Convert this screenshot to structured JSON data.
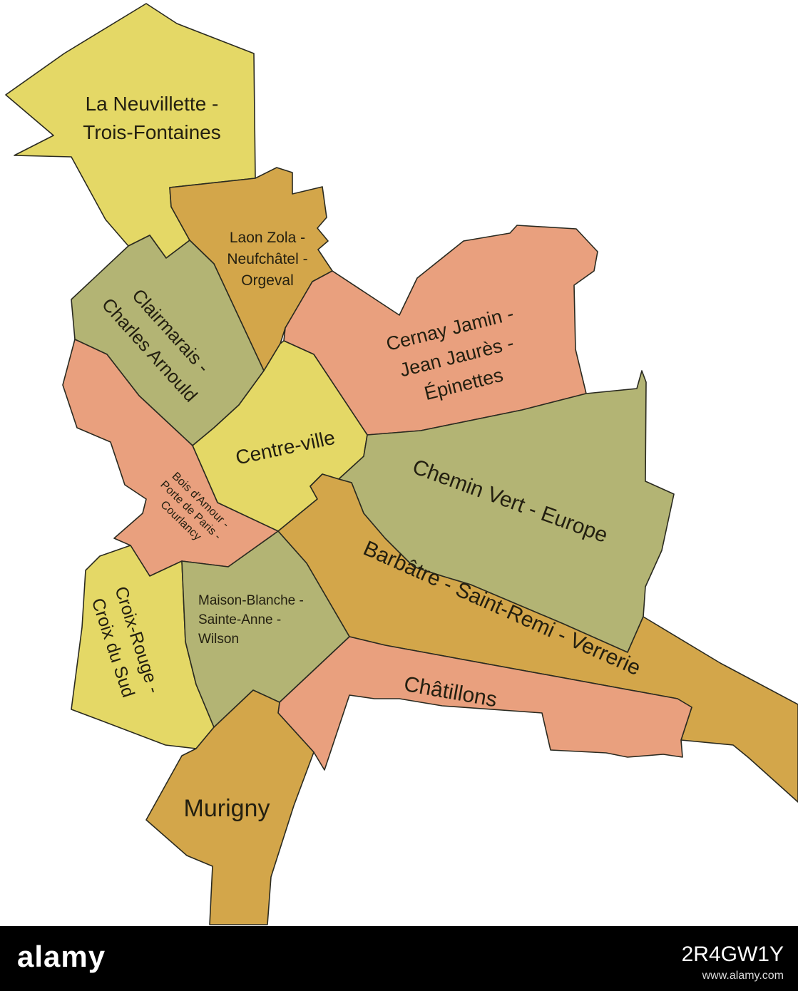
{
  "colors": {
    "yellow": "#e4d866",
    "gold": "#d3a64a",
    "salmon": "#e9a07e",
    "olive": "#b3b474",
    "border": "#2a2a20",
    "label": "#231f10",
    "footer": "#000000"
  },
  "districts": [
    {
      "id": "neuvillette",
      "color": "yellow",
      "lines": [
        "La Neuvillette -",
        "Trois-Fontaines"
      ]
    },
    {
      "id": "laon",
      "color": "gold",
      "lines": [
        "Laon Zola -",
        "Neufchâtel -",
        "Orgeval"
      ]
    },
    {
      "id": "clairmarais",
      "color": "olive",
      "lines": [
        "Clairmarais -",
        "Charles Arnould"
      ]
    },
    {
      "id": "cernay",
      "color": "salmon",
      "lines": [
        "Cernay Jamin -",
        "Jean Jaurès -",
        "Épinettes"
      ]
    },
    {
      "id": "centre",
      "color": "yellow",
      "lines": [
        "Centre-ville"
      ]
    },
    {
      "id": "bois",
      "color": "salmon",
      "lines": [
        "Bois d'Amour -",
        "Porte de Paris -",
        "Courlancy"
      ]
    },
    {
      "id": "chemin",
      "color": "olive",
      "lines": [
        "Chemin Vert - Europe"
      ]
    },
    {
      "id": "barbatre",
      "color": "gold",
      "lines": [
        "Barbâtre - Saint-Remi - Verrerie"
      ]
    },
    {
      "id": "croix",
      "color": "yellow",
      "lines": [
        "Croix-Rouge -",
        "Croix du Sud"
      ]
    },
    {
      "id": "maison",
      "color": "olive",
      "lines": [
        "Maison-Blanche -",
        "Sainte-Anne -",
        "Wilson"
      ]
    },
    {
      "id": "chatillons",
      "color": "salmon",
      "lines": [
        "Châtillons"
      ]
    },
    {
      "id": "murigny",
      "color": "gold",
      "lines": [
        "Murigny"
      ]
    }
  ],
  "watermark": {
    "logo": "alamy",
    "image_id": "2R4GW1Y",
    "url": "www.alamy.com"
  }
}
